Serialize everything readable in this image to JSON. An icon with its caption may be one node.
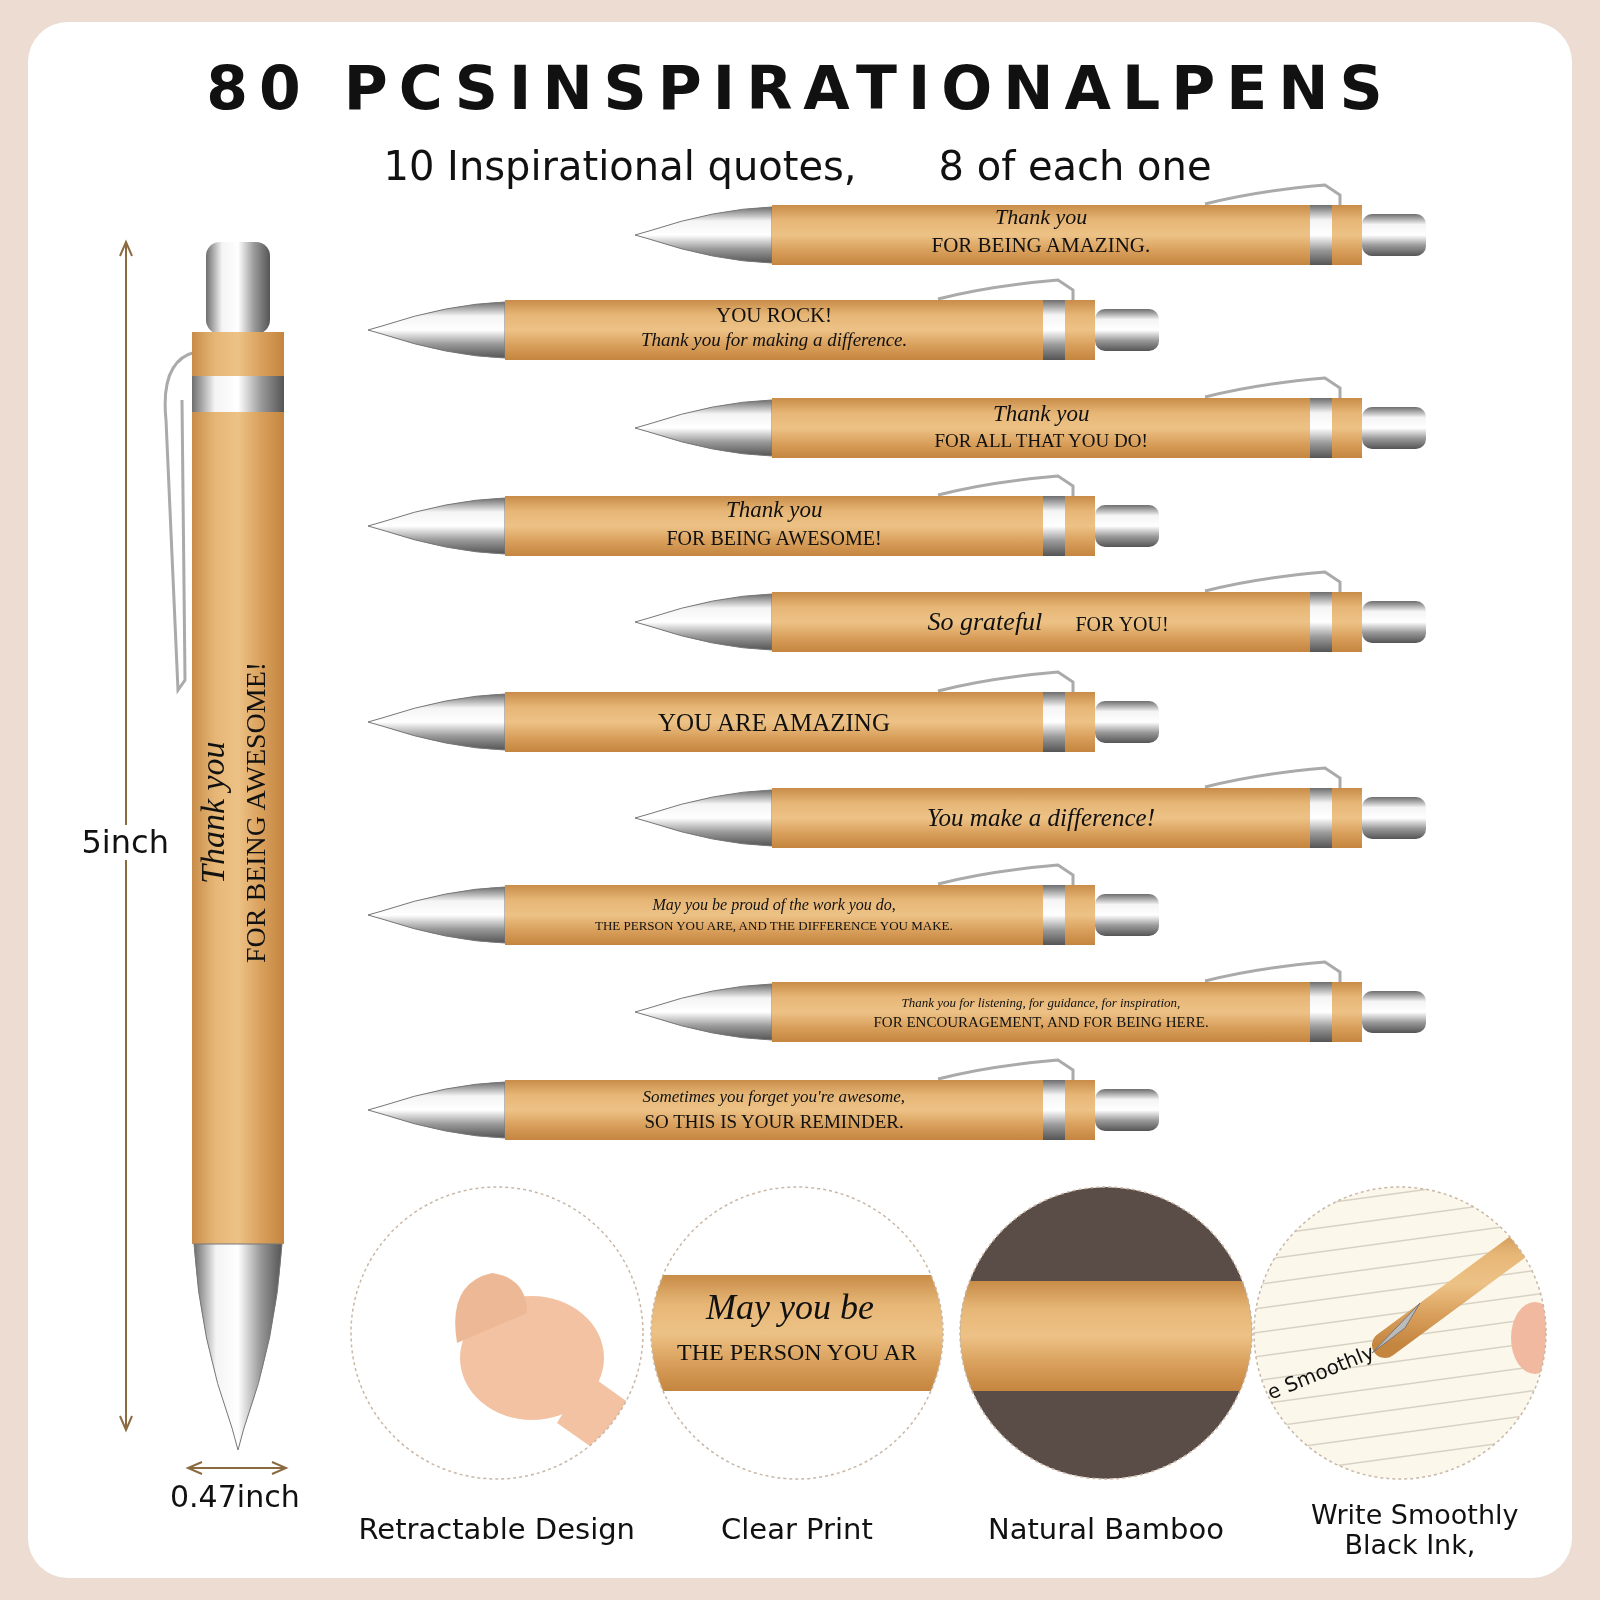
{
  "diagram": {
    "title": "80 PCSINSPIRATIONALPENS",
    "labels": [
      "10 Inspirational quotes,",
      "8 of each one",
      "Thank you",
      "FOR BEING AWESOME!",
      "5inch",
      "Thank you",
      "FOR BEING AMAZING.",
      "YOU ROCK!",
      "Thank you for making a difference.",
      "Thank you",
      "FOR ALL THAT YOU DO!",
      "Thank you",
      "FOR BEING AWESOME!",
      "So grateful",
      "FOR YOU!",
      "YOU ARE AMAZING",
      "You make a difference!",
      "May you be proud of the work you do,",
      "THE PERSON YOU ARE, AND THE DIFFERENCE YOU MAKE.",
      "Thank you for listening, for guidance, for inspiration,",
      "FOR ENCOURAGEMENT, AND FOR BEING HERE.",
      "Sometimes you forget you're awesome,",
      "SO THIS IS YOUR REMINDER.",
      "May you be",
      "THE PERSON YOU AR",
      "e Smoothly",
      "0.47inch",
      "Retractable Design",
      "Clear Print",
      "Natural Bamboo",
      "Write Smoothly",
      "Black Ink,"
    ]
  }
}
